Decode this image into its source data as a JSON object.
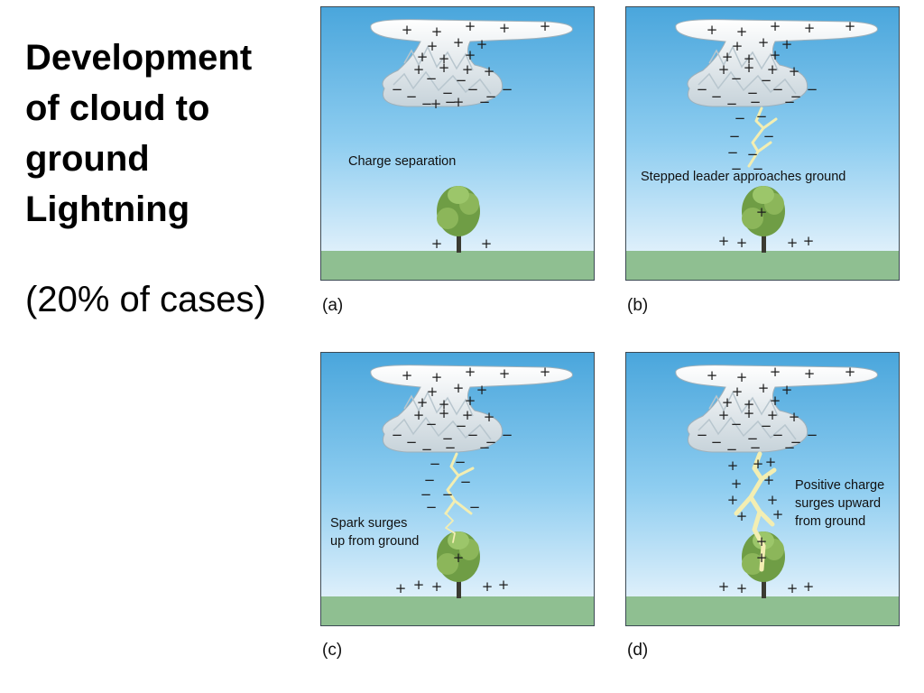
{
  "title_lines": [
    "Development",
    "of cloud to",
    "ground",
    "Lightning"
  ],
  "subtitle": "(20% of cases)",
  "colors": {
    "sky_top": "#4aa6dc",
    "sky_bottom": "#dff0fb",
    "ground": "#8fbf91",
    "cloud": "#eef2f4",
    "lightning": "#f3eeb2",
    "tree": "#6f9d45"
  },
  "panels": [
    {
      "tag": "(a)",
      "caption_lines": [
        "Charge separation"
      ],
      "stage": "charge-separation"
    },
    {
      "tag": "(b)",
      "caption_lines": [
        "Stepped leader approaches ground"
      ],
      "stage": "stepped-leader"
    },
    {
      "tag": "(c)",
      "caption_lines": [
        "Spark surges",
        "up from ground"
      ],
      "stage": "spark-surges"
    },
    {
      "tag": "(d)",
      "caption_lines": [
        "Positive charge",
        "surges upward",
        "from ground"
      ],
      "stage": "positive-surge"
    }
  ]
}
